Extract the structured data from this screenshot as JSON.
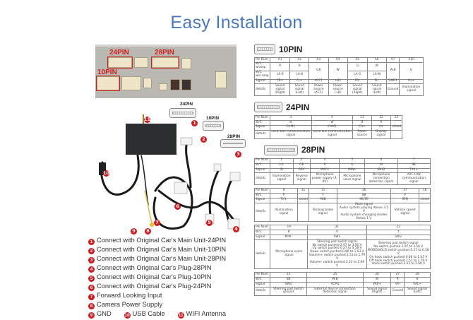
{
  "title": "Easy Installation",
  "unit_labels": {
    "p24": "24PIN",
    "p28": "28PIN",
    "p10": "10PIN"
  },
  "harness_labels": {
    "p24": "24PIN",
    "p10": "10PIN",
    "p28": "28PIN"
  },
  "callouts": [
    "1",
    "2",
    "3",
    "4",
    "5",
    "6",
    "7",
    "8",
    "9",
    "10",
    "11"
  ],
  "legend": [
    {
      "n": "1",
      "t": "Connect with Original Car's Main Unit-24PIN"
    },
    {
      "n": "2",
      "t": "Connect with Original Car's Main Unit-10PIN"
    },
    {
      "n": "3",
      "t": "Connect with Original Car's Main Unit-28PIN"
    },
    {
      "n": "4",
      "t": "Connect with Original Car's Plug-28PIN"
    },
    {
      "n": "5",
      "t": "Connect with Original Car's Plug-10PIN"
    },
    {
      "n": "6",
      "t": "Connect with Original Car's Plug-24PIN"
    },
    {
      "n": "7",
      "t": "Forward Looking Input"
    },
    {
      "n": "8",
      "t": "Camera Power Supply"
    }
  ],
  "legend_last": [
    {
      "n": "9",
      "t": "GND"
    },
    {
      "n": "10",
      "t": "USB Cable"
    },
    {
      "n": "11",
      "t": "WIFI Antenna"
    }
  ],
  "sections": {
    "p10": "10PIN",
    "p24": "24PIN",
    "p28": "28PIN"
  },
  "tables": {
    "t10": [
      [
        "Pin Num",
        "A1",
        "A2",
        "A3",
        "A4",
        "A5",
        "A6",
        "A7",
        "A10"
      ],
      [
        "W/C\nw/amp",
        "R",
        "B",
        {
          "t": "GR",
          "rs": 2
        },
        {
          "t": "W",
          "rs": 2
        },
        "G",
        "W",
        {
          "t": "W-B",
          "rs": 2
        },
        {
          "t": "G",
          "rs": 2
        }
      ],
      [
        "W/C\nw/o amp",
        "LA-R",
        "LA-B",
        "LA-G",
        "LA-W"
      ],
      [
        "Signal",
        "FR+",
        "FL+",
        "ACC1",
        "+B1",
        "FR-",
        "FL-",
        "GND1",
        "ILL+"
      ],
      [
        "details",
        "Sound signal (Right)",
        "Sound signal (Left)",
        "Power source (ACC)",
        "Power source (+B)",
        "Sound signal (Right)",
        "Sound signal (Left)",
        "Ground",
        "Illumination signal"
      ]
    ],
    "t24": [
      [
        "Pin Num",
        "3",
        "4",
        "11",
        "12",
        "23"
      ],
      [
        "W/C",
        "B",
        "W",
        "B",
        "R",
        ""
      ],
      [
        "Signal",
        "CtrM1",
        "CtrM1",
        "CA+",
        "V+",
        "shield"
      ],
      [
        "details",
        "Local bus communication signal",
        "Local bus communication signal",
        "Power source",
        "Display signal",
        ""
      ]
    ],
    "t28a": [
      [
        "Pin Num",
        "1",
        "2",
        "4",
        "5",
        "6",
        "7"
      ],
      [
        "W/C",
        "LG",
        "GR",
        "R",
        "G",
        "W",
        "BE"
      ],
      [
        "Signal",
        "IG",
        "REV",
        "MACC",
        "MIN+",
        "SNS2",
        "TX1+"
      ],
      [
        "details",
        "Illumination signal",
        "Reverse signal",
        "Microphone power supply (4-8V)",
        "Microphone voice signal",
        "Microphone connection detection signal",
        "AVC-LAN communication signal"
      ]
    ],
    "t28b": [
      [
        "Pin Num",
        "8",
        "11",
        "15",
        "16",
        "17",
        "18"
      ],
      [
        "W/C",
        "P",
        "",
        "Y",
        "SB",
        "V",
        ""
      ],
      [
        "Signal",
        "TX1-",
        "shield",
        "PKB",
        "MUTE",
        "SPD",
        "shield"
      ],
      [
        "details",
        "Illumination signal",
        "",
        "Parking brake signal",
        "Mute signal\nAudio system playing Above 3.5 V\nAudio system changing modes Below 1 V",
        "Vehicle speed signal",
        ""
      ]
    ],
    "t28c": [
      [
        "Pin Num",
        "19",
        "21",
        "22"
      ],
      [
        "W/C",
        "B",
        "V",
        "Y"
      ],
      [
        "Signal",
        "MIN -",
        "SW1",
        "SW2"
      ],
      [
        "details",
        "Microphone voice signal",
        "Steering pad switch signal\nNo switch pushed 2.97 to 3.56 V\nUp switch pushed 0.27 to 0.58 V\nDown switch pushed 0.86 to 1.03 V\nVolume+ switch pushed 1.51 to 1.79 V\nVolume- switch pushed 2.22 to 2.66 V",
        "Steering pad switch signal\nNo switch pushed 2.97 to 3.56 V\nMODE/HOLD switch pushed 0.27 to 0.58 V\nOn hook switch pushed 0.86 to 1.03 V\nOff hook switch pushed 1.51 to 1.79 V\nVoice switch pushed 2.22 to 2.66 V"
      ]
    ],
    "t28d": [
      [
        "Pin Num",
        "23",
        "25",
        "26",
        "27",
        "28"
      ],
      [
        "W/C",
        "SB",
        "W-B",
        "W",
        "R",
        "B"
      ],
      [
        "Signal",
        "SWG",
        "ACPG",
        "VAR+",
        "VA-",
        "VAL+"
      ],
      [
        "details",
        "Steering pad switch ground",
        "External device connection detection signal",
        "Sound signal (Right)",
        "Ground",
        "Sound signal (Left)"
      ]
    ]
  }
}
